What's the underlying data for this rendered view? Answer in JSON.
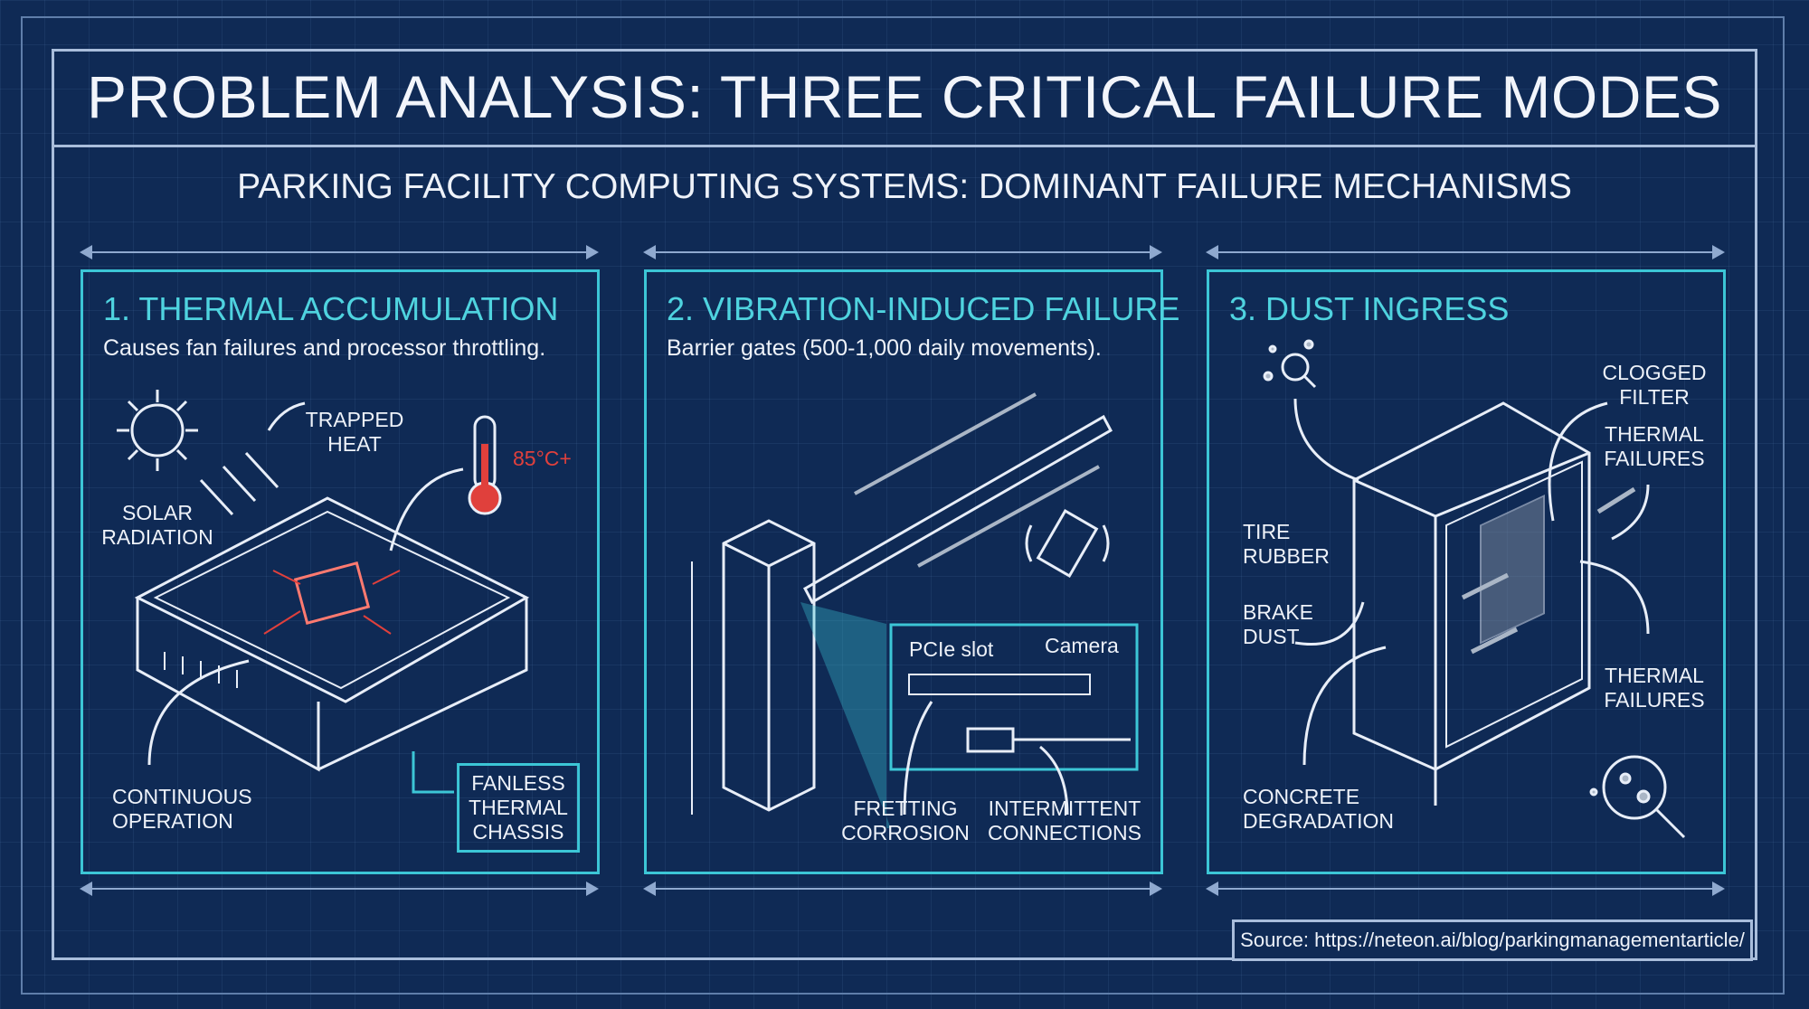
{
  "header": {
    "title": "PROBLEM ANALYSIS: THREE CRITICAL FAILURE MODES",
    "subtitle": "PARKING FACILITY COMPUTING SYSTEMS: DOMINANT FAILURE MECHANISMS"
  },
  "panels": [
    {
      "title": "1. THERMAL ACCUMULATION",
      "subtitle": "Causes fan failures and processor throttling.",
      "labels": {
        "trapped_heat": "TRAPPED\nHEAT",
        "temperature": "85°C+",
        "solar_radiation": "SOLAR\nRADIATION",
        "continuous_operation": "CONTINUOUS\nOPERATION",
        "fanless_chassis": "FANLESS\nTHERMAL\nCHASSIS"
      }
    },
    {
      "title": "2. VIBRATION-INDUCED FAILURE",
      "subtitle": "Barrier gates (500-1,000 daily movements).",
      "labels": {
        "pcie_slot": "PCIe slot",
        "camera": "Camera",
        "fretting_corrosion": "FRETTING\nCORROSION",
        "intermittent_connections": "INTERMITTENT\nCONNECTIONS"
      }
    },
    {
      "title": "3. DUST INGRESS",
      "labels": {
        "clogged_filter": "CLOGGED\nFILTER",
        "thermal_failures_top": "THERMAL\nFAILURES",
        "tire_rubber": "TIRE\nRUBBER",
        "brake_dust": "BRAKE\nDUST",
        "thermal_failures_bottom": "THERMAL\nFAILURES",
        "concrete_degradation": "CONCRETE\nDEGRADATION"
      }
    }
  ],
  "footer": {
    "source": "Source: https://neteon.ai/blog/parkingmanagementarticle/"
  },
  "colors": {
    "background": "#0f2a55",
    "accent": "#3cc6d6",
    "heat": "#e0403c",
    "line": "#e8eef8"
  }
}
